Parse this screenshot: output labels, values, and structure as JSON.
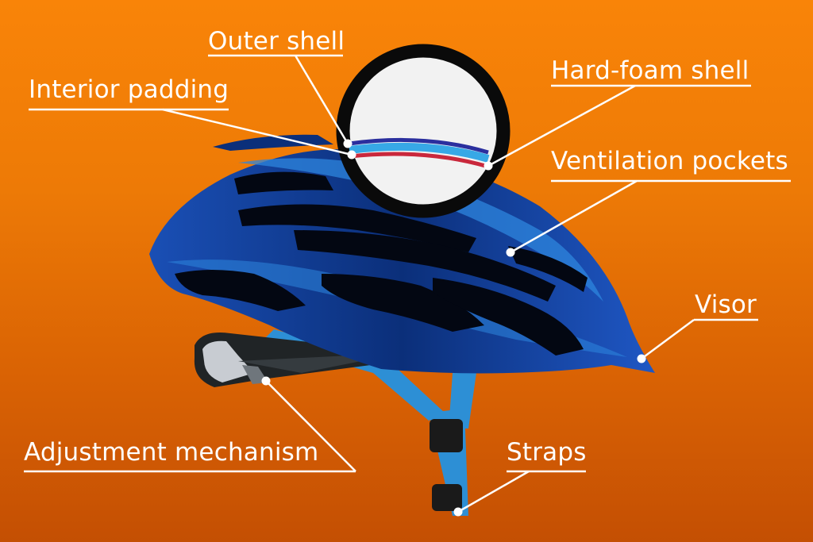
{
  "diagram": {
    "subject": "Bicycle helmet cross-section",
    "labels": {
      "outer_shell": "Outer shell",
      "interior_padding": "Interior padding",
      "hard_foam_shell": "Hard-foam shell",
      "ventilation_pockets": "Ventilation pockets",
      "visor": "Visor",
      "adjustment_mechanism": "Adjustment mechanism",
      "straps": "Straps"
    }
  },
  "colors": {
    "background_top": "#f98408",
    "background_bottom": "#c44f03",
    "helmet_dark": "#0b2f7a",
    "helmet_mid": "#1a4fb5",
    "helmet_light": "#2e86de",
    "strap": "#2d8fd5",
    "vent": "#030712",
    "magnifier_ring": "#0a0a0a",
    "magnifier_fill": "#f2f2f2",
    "layer_outer": "#2b2f9e",
    "layer_foam": "#37a8e6",
    "layer_padding": "#c9283c",
    "label_text": "#ffffff"
  }
}
